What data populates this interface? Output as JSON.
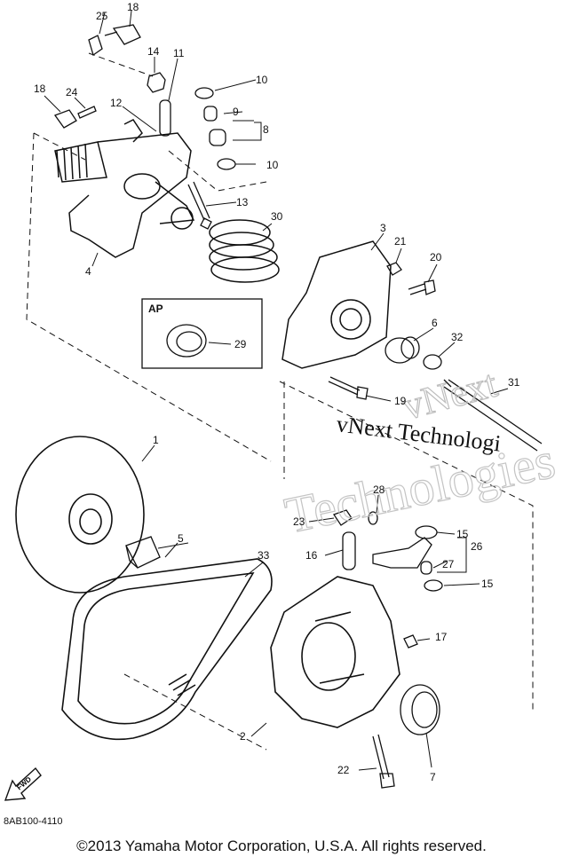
{
  "callouts": {
    "c1": "1",
    "c2": "2",
    "c3": "3",
    "c4": "4",
    "c5": "5",
    "c6": "6",
    "c7": "7",
    "c8": "8",
    "c9": "9",
    "c10a": "10",
    "c10b": "10",
    "c11": "11",
    "c12": "12",
    "c13": "13",
    "c14": "14",
    "c15a": "15",
    "c15b": "15",
    "c16": "16",
    "c17": "17",
    "c18a": "18",
    "c18b": "18",
    "c19": "19",
    "c20": "20",
    "c21": "21",
    "c22": "22",
    "c23": "23",
    "c24": "24",
    "c25": "25",
    "c26": "26",
    "c27": "27",
    "c28": "28",
    "c29": "29",
    "c30": "30",
    "c31": "31",
    "c32": "32",
    "c33": "33"
  },
  "ap_label": "AP",
  "fwd_label": "FWD",
  "watermark": {
    "main": "vNext Technologi",
    "outline1": "vNext",
    "outline2": "Technologies"
  },
  "diagram_code": "8AB100-4110",
  "copyright": "©2013 Yamaha Motor Corporation, U.S.A. All rights reserved."
}
